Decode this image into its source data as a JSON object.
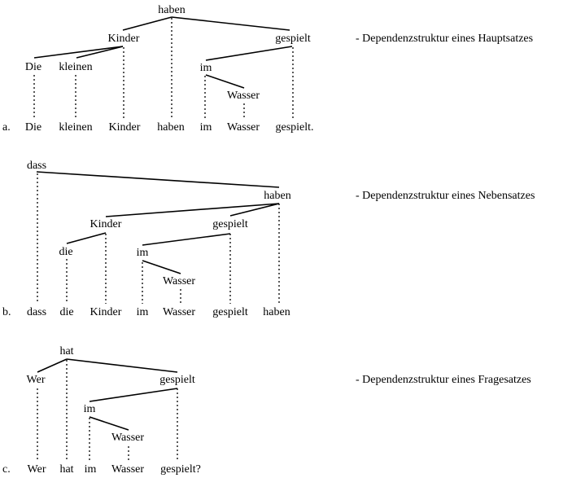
{
  "diagrams": [
    {
      "letter": "a.",
      "caption": "- Dependenzstruktur eines Hauptsatzes",
      "nodes": {
        "haben": "haben",
        "kinder": "Kinder",
        "gespielt": "gespielt",
        "die": "Die",
        "kleinen": "kleinen",
        "im": "im",
        "wasser": "Wasser"
      },
      "sentence": [
        "Die",
        "kleinen",
        "Kinder",
        "haben",
        "im",
        "Wasser",
        "gespielt."
      ]
    },
    {
      "letter": "b.",
      "caption": "- Dependenzstruktur eines Nebensatzes",
      "nodes": {
        "dass": "dass",
        "haben": "haben",
        "kinder": "Kinder",
        "gespielt": "gespielt",
        "die": "die",
        "im": "im",
        "wasser": "Wasser"
      },
      "sentence": [
        "dass",
        "die",
        "Kinder",
        "im",
        "Wasser",
        "gespielt",
        "haben"
      ]
    },
    {
      "letter": "c.",
      "caption": "- Dependenzstruktur eines Fragesatzes",
      "nodes": {
        "hat": "hat",
        "wer": "Wer",
        "gespielt": "gespielt",
        "im": "im",
        "wasser": "Wasser"
      },
      "sentence": [
        "Wer",
        "hat",
        "im",
        "Wasser",
        "gespielt?"
      ]
    }
  ]
}
